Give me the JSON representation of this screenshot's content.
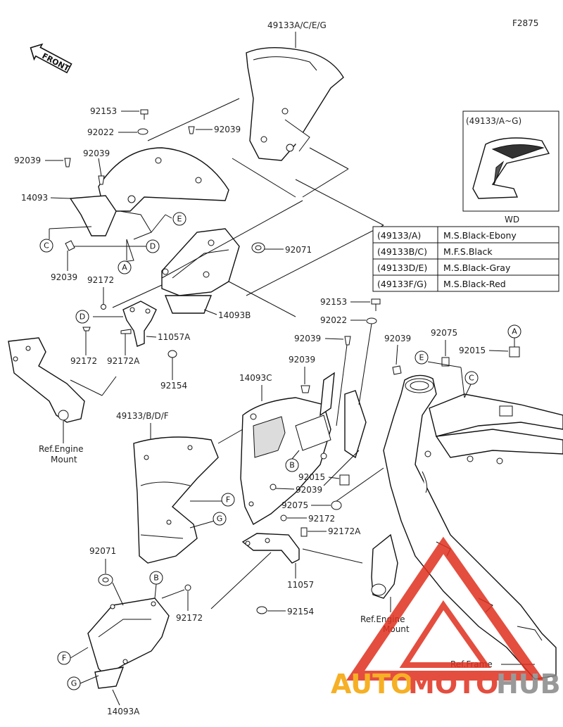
{
  "figure_code": "F2875",
  "front_label": "FRONT",
  "wd_label": "WD",
  "inset_title": "(49133/A~G)",
  "color_table": [
    {
      "code": "(49133/A)",
      "color": "M.S.Black-Ebony"
    },
    {
      "code": "(49133B/C)",
      "color": "M.F.S.Black"
    },
    {
      "code": "(49133D/E)",
      "color": "M.S.Black-Gray"
    },
    {
      "code": "(49133F/G)",
      "color": "M.S.Black-Red"
    }
  ],
  "part_labels": {
    "p49133aceg": "49133A/C/E/G",
    "p92153a": "92153",
    "p92022a": "92022",
    "p92039a": "92039",
    "p92039b": "92039",
    "p92039c": "92039",
    "p14093": "14093",
    "p92039d": "92039",
    "p92071a": "92071",
    "p92172a": "92172",
    "p14093b": "14093B",
    "p11057a": "11057A",
    "p92172b": "92172",
    "p92172ab": "92172A",
    "p92154a": "92154",
    "p92153b": "92153",
    "p92022b": "92022",
    "p92039e": "92039",
    "p92039f": "92039",
    "p92039g": "92039",
    "p92075a": "92075",
    "p92015a": "92015",
    "p14093c": "14093C",
    "p49133bdf": "49133/B/D/F",
    "p92015b": "92015",
    "p92039h": "92039",
    "p92075b": "92075",
    "p92172c": "92172",
    "p92172ac": "92172A",
    "p92071b": "92071",
    "p92172d": "92172",
    "p11057": "11057",
    "p92154b": "92154",
    "p14093a": "14093A"
  },
  "refs": {
    "engine_mount_1a": "Ref.Engine",
    "engine_mount_1b": "Mount",
    "engine_mount_2a": "Ref.Engine",
    "engine_mount_2b": "Mount",
    "frame": "Ref.Frame"
  },
  "callouts": {
    "c_e1": "E",
    "c_c1": "C",
    "c_d1": "D",
    "c_a1": "A",
    "c_d2": "D",
    "c_e2": "E",
    "c_c2": "C",
    "c_a2": "A",
    "c_b1": "B",
    "c_f1": "F",
    "c_g1": "G",
    "c_b2": "B",
    "c_f2": "F",
    "c_g2": "G"
  },
  "watermark": {
    "auto": "AUTO",
    "moto": "MOTO",
    "hub": "HUB"
  },
  "colors": {
    "line": "#111111",
    "watermark_red": "#e0301e",
    "watermark_orange": "#f5a300",
    "watermark_gray": "#888888"
  }
}
